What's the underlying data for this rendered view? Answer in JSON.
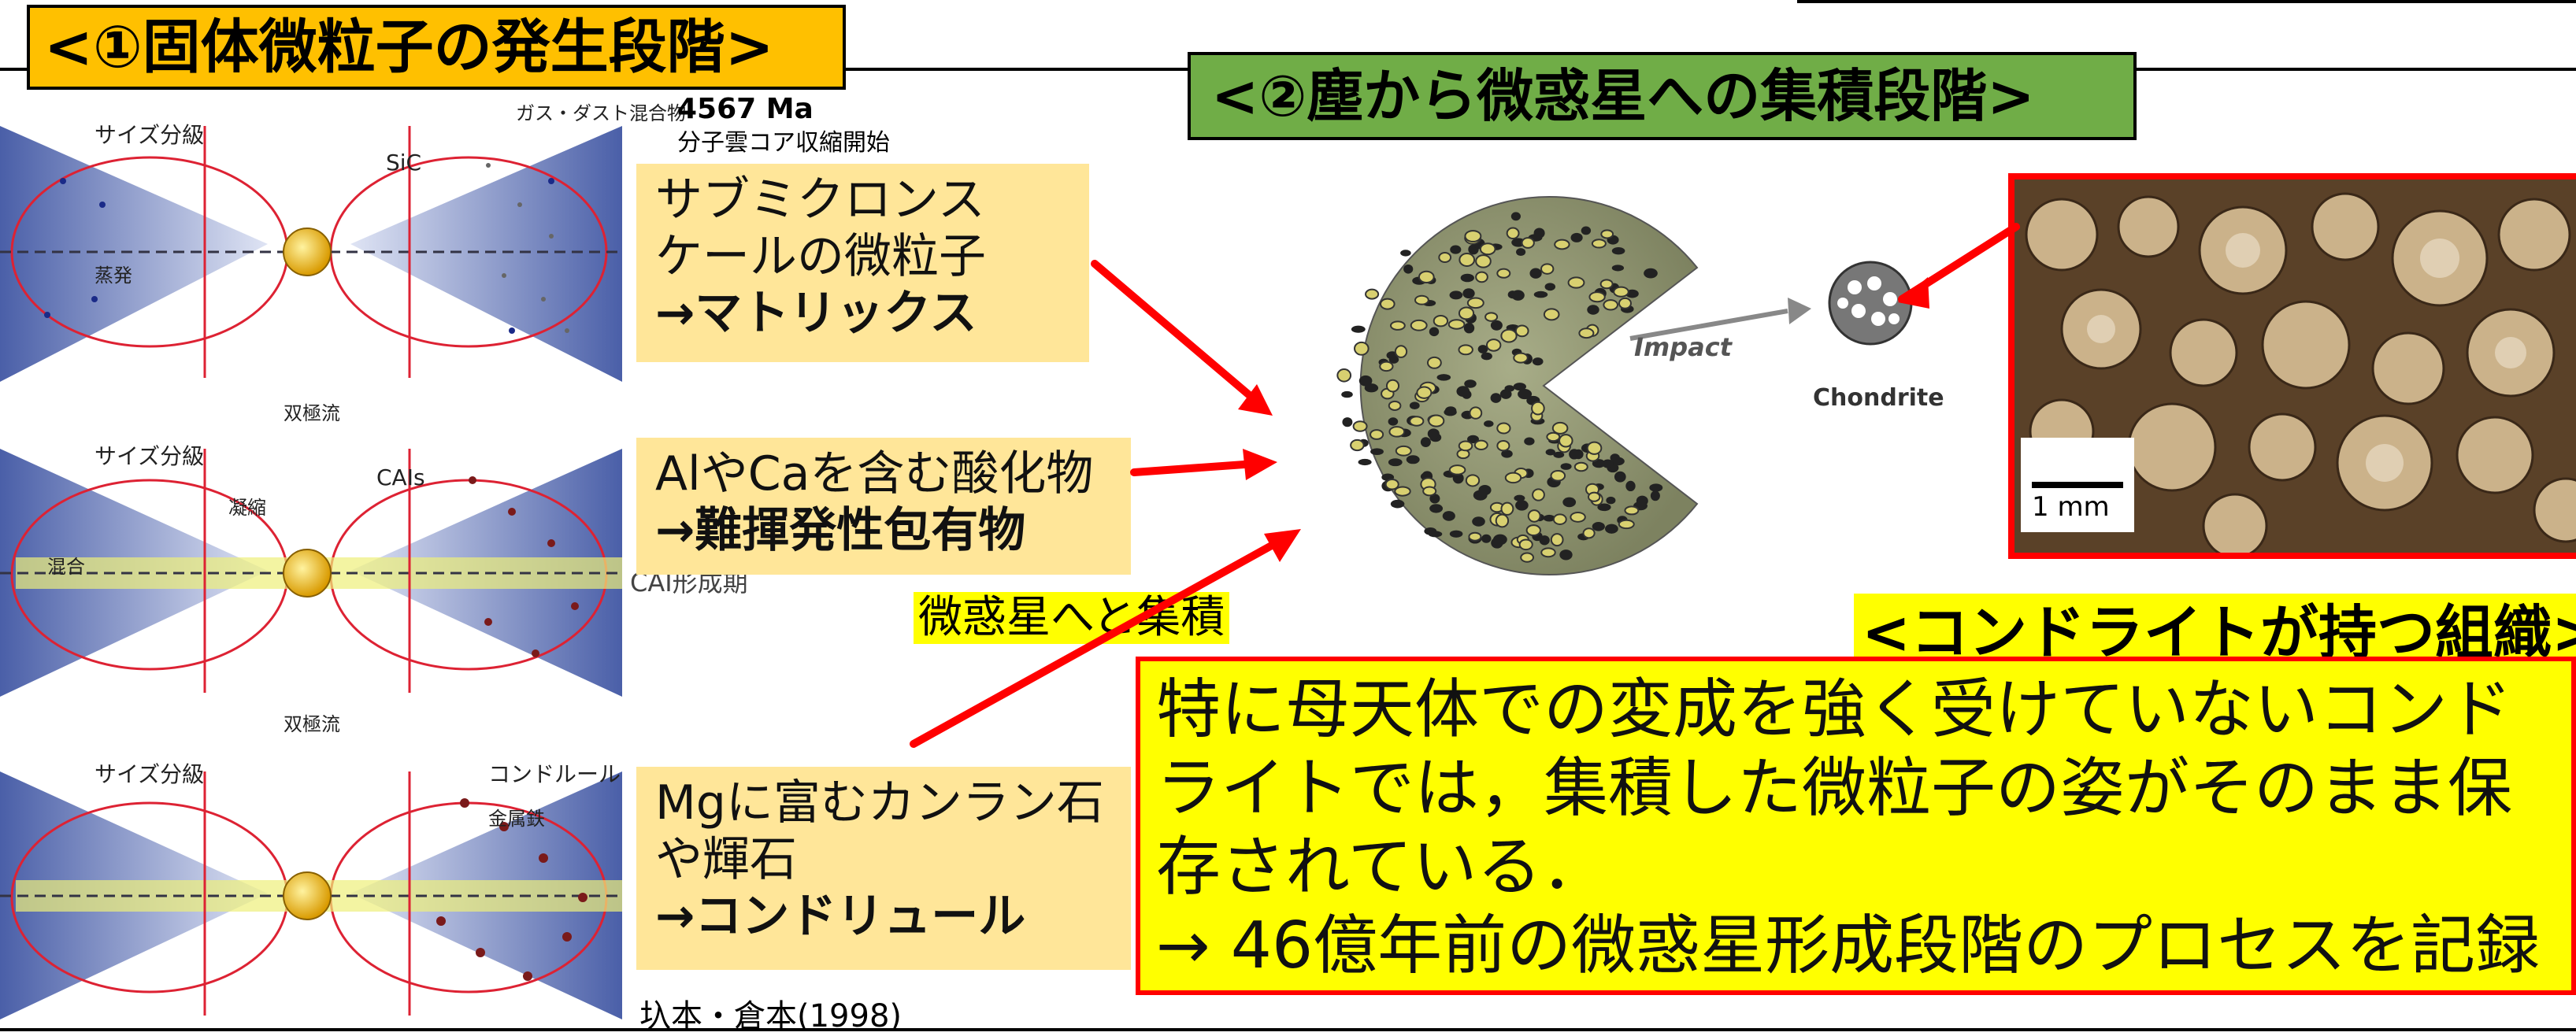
{
  "stage1": {
    "title": "<①固体微粒子の発生段階>"
  },
  "stage2": {
    "title": "<②塵から微惑星への集積段階>"
  },
  "diagram": {
    "size_label": "サイズ分級",
    "bipolar_label": "双極流",
    "sic_label": "SiC",
    "cais_label": "CAIs",
    "chondrule_label": "コンドルール",
    "gas_dust_label": "ガス・ダスト混合物",
    "age_label": "4567 Ma",
    "core_label": "分子雲コア収縮開始",
    "cai_formation_label": "CAI形成期",
    "mixing_label": "混合",
    "evaporation_label": "蒸発",
    "condensation_label": "凝縮",
    "metal_label": "金属鉄",
    "accent_blue": "#5568b0",
    "sun_color": "#f0b800"
  },
  "notes": {
    "n1_line1": "サブミクロンス",
    "n1_line2": "ケールの微粒子",
    "n1_bold": "→マトリックス",
    "n2_line1": "AlやCaを含む酸化物",
    "n2_bold": "→難揮発性包有物",
    "n3_line1": "Mgに富むカンラン石",
    "n3_line2": "や輝石",
    "n3_bold": "→コンドリュール"
  },
  "accumulate_label": "微惑星へと集積",
  "impact_label": "Impact",
  "chondrite_label": "Chondrite",
  "scale_label": "1 mm",
  "texture_caption": "<コンドライトが持つ組織>",
  "main_text": {
    "line1": "特に母天体での変成を強く受けていないコンド",
    "line2": "ライトでは，集積した微粒子の姿がそのまま保",
    "line3": "存されている．",
    "line4": "→ 46億年前の微惑星形成段階のプロセスを記録"
  },
  "citation": "圦本・倉本(1998)",
  "colors": {
    "arrow": "#ff0000",
    "note_bg": "#ffe699",
    "highlight": "#ffff00",
    "title1_bg": "#ffc000",
    "title2_bg": "#70ad47"
  }
}
